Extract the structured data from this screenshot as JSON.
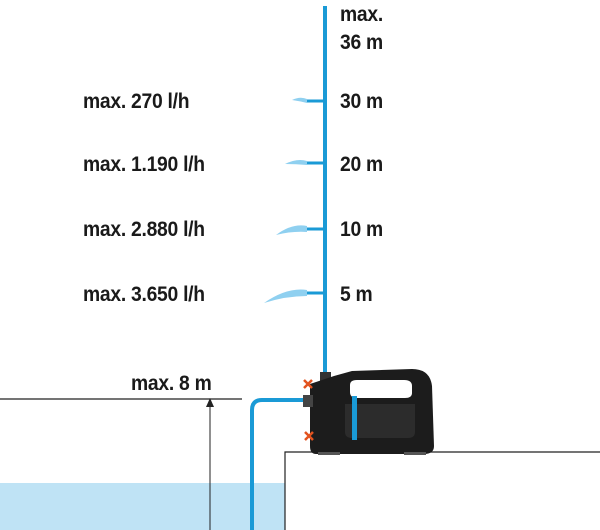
{
  "colors": {
    "pipe": "#1a9ad6",
    "water": "#bfe3f5",
    "spray": "#8fd0f0",
    "pump_body": "#1c1c1c",
    "pump_accent": "#e2531f",
    "text": "#1a1a1a"
  },
  "max_height": {
    "line1": "max.",
    "line2": "36 m"
  },
  "levels": [
    {
      "height": "30 m",
      "flow": "max. 270 l/h"
    },
    {
      "height": "20 m",
      "flow": "max. 1.190 l/h"
    },
    {
      "height": "10 m",
      "flow": "max. 2.880 l/h"
    },
    {
      "height": "5 m",
      "flow": "max. 3.650 l/h"
    }
  ],
  "suction": {
    "label": "max. 8 m"
  },
  "icons": {
    "pump": "garden-pump-icon",
    "spray": "water-spray-icon"
  }
}
